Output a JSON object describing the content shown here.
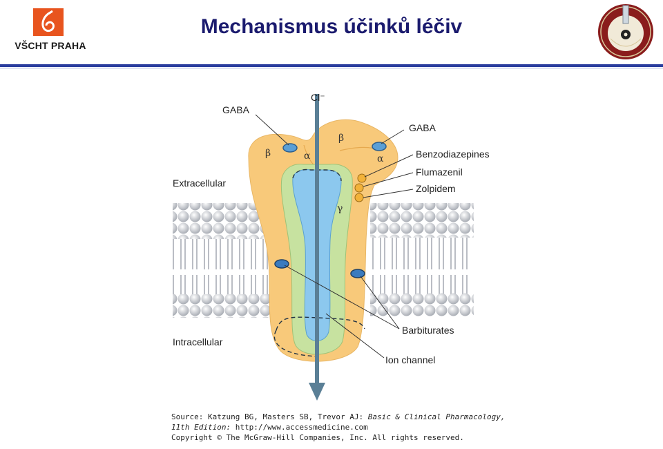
{
  "header": {
    "title": "Mechanismus účinků léčiv",
    "logo_left_text": "VŠCHT PRAHA",
    "logo_left_icon": "vscht-logo-icon",
    "logo_right_icon": "department-seal-icon"
  },
  "diagram": {
    "ion_label": "Cl⁻",
    "gaba_left": "GABA",
    "gaba_right": "GABA",
    "beta_left": "β",
    "alpha_left": "α",
    "beta_right": "β",
    "alpha_right": "α",
    "gamma": "γ",
    "extracellular": "Extracellular",
    "intracellular": "Intracellular",
    "benzodiazepines": "Benzodiazepines",
    "flumazenil": "Flumazenil",
    "zolpidem": "Zolpidem",
    "barbiturates": "Barbiturates",
    "ion_channel": "Ion channel",
    "colors": {
      "outer_subunit": "#f8c97a",
      "inner_subunit": "#c7e2a0",
      "pore": "#8cc8ee",
      "arrow": "#5a7f96",
      "membrane_head": "#c9ccd2"
    }
  },
  "source": {
    "line1_prefix": "Source: Katzung BG, Masters SB, Trevor AJ: ",
    "line1_italic": "Basic & Clinical Pharmacology,",
    "line2_italic": "11th Edition:",
    "line2_suffix": " http://www.accessmedicine.com",
    "line3": "Copyright © The McGraw-Hill Companies, Inc. All rights reserved."
  }
}
